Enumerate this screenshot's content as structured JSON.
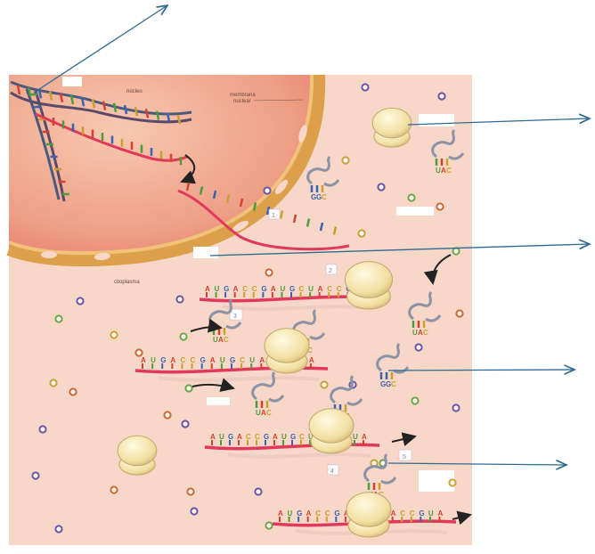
{
  "labels": {
    "nucleus": "núcleo",
    "membrane_line1": "membrana",
    "membrane_line2": "nuclear",
    "cytoplasm": "citoplasma"
  },
  "steps": [
    "1",
    "2",
    "3",
    "4",
    "5"
  ],
  "mrna_sequence": [
    "A",
    "U",
    "G",
    "A",
    "C",
    "C",
    "G",
    "A",
    "U",
    "G",
    "C",
    "U",
    "A",
    "C",
    "C",
    "G",
    "U",
    "A"
  ],
  "anticodon_samples": [
    "U",
    "A",
    "C",
    "G",
    "G",
    "C",
    "U",
    "A",
    "C"
  ],
  "colors": {
    "background": "#f7d9c9",
    "nucleus_fill": "#f0b29a",
    "envelope": "#e2a84a",
    "mrna": "#e0395a",
    "ribosome": "#f3e3a8",
    "arrow": "#2e6a92",
    "trna": "#8d93a6"
  }
}
